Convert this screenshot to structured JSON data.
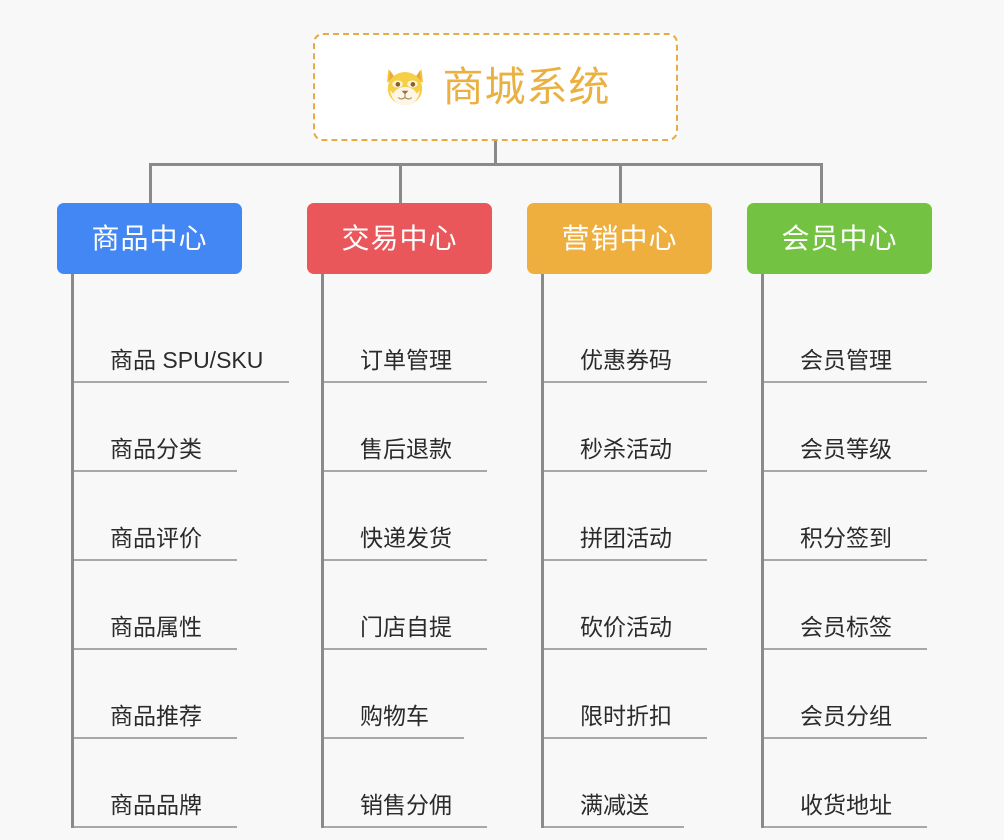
{
  "page": {
    "background_color": "#f8f8f8",
    "type": "mindmap"
  },
  "root": {
    "title": "商城系统",
    "icon": "shiba-dog-face-emoji",
    "text_color": "#eab040",
    "border_color": "#e9aa43",
    "background_color": "#ffffff"
  },
  "branches": [
    {
      "label": "商品中心",
      "color": "#4287f3",
      "leaves": [
        "商品 SPU/SKU",
        "商品分类",
        "商品评价",
        "商品属性",
        "商品推荐",
        "商品品牌"
      ]
    },
    {
      "label": "交易中心",
      "color": "#e9575a",
      "leaves": [
        "订单管理",
        "售后退款",
        "快递发货",
        "门店自提",
        "购物车",
        "销售分佣"
      ]
    },
    {
      "label": "营销中心",
      "color": "#eeaf3f",
      "leaves": [
        "优惠券码",
        "秒杀活动",
        "拼团活动",
        "砍价活动",
        "限时折扣",
        "满减送"
      ]
    },
    {
      "label": "会员中心",
      "color": "#73c241",
      "leaves": [
        "会员管理",
        "会员等级",
        "积分签到",
        "会员标签",
        "会员分组",
        "收货地址"
      ]
    }
  ],
  "connectors": {
    "line_color": "#8a8a8a",
    "leaf_underline_color": "#a8a8a8"
  }
}
